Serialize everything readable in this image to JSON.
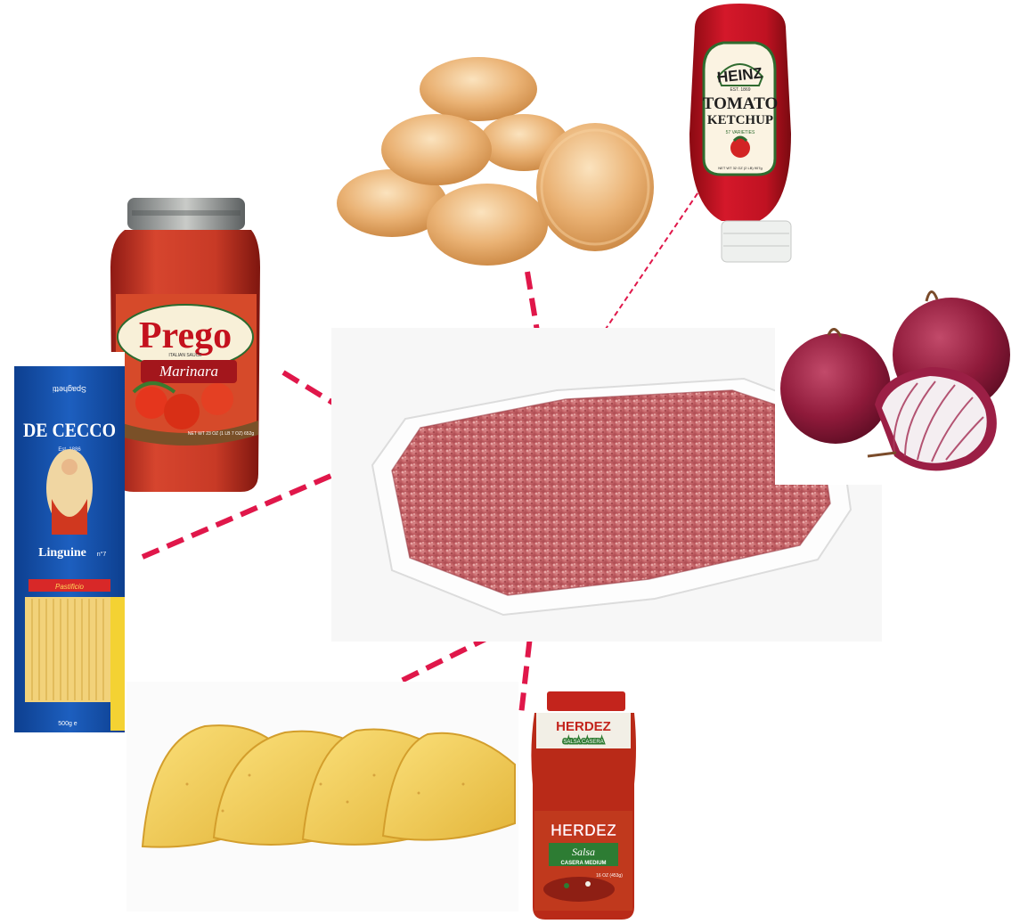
{
  "center": {
    "item": "ground-beef-tray"
  },
  "colors": {
    "connector": "#e0174a",
    "ketchup": "#c8102e",
    "sauce": "#b5281c",
    "onion": "#8e1537",
    "bun": "#e6a25a",
    "taco": "#f2c842"
  },
  "products": {
    "prego": {
      "brand": "Prego",
      "tagline": "ITALIAN SAUCE",
      "variety": "Marinara",
      "net": "NET WT 23 OZ (1 LB 7 OZ) 652g"
    },
    "heinz": {
      "brand": "HEINZ",
      "est": "EST. 1869",
      "line1": "TOMATO",
      "line2": "KETCHUP",
      "varieties": "57 VARIETIES",
      "net": "NET WT 32 OZ (2 LB) 907g"
    },
    "dececco": {
      "top": "Spaghetti",
      "brand": "DE CECCO",
      "est": "Est. 1886",
      "name": "Linguine",
      "num": "n°7",
      "promo": "Pastificio",
      "bottom": "500g e"
    },
    "herdez": {
      "brand_top": "HERDEZ",
      "sub_top": "SALSA CASERA",
      "brand_main": "HERDEZ",
      "kind": "Salsa",
      "style": "CASERA MEDIUM",
      "net": "16 OZ (453g)"
    }
  },
  "items": [
    "hamburger-buns",
    "ketchup-bottle",
    "red-onions",
    "pasta-sauce-jar",
    "linguine-package",
    "taco-shells",
    "salsa-jar"
  ]
}
